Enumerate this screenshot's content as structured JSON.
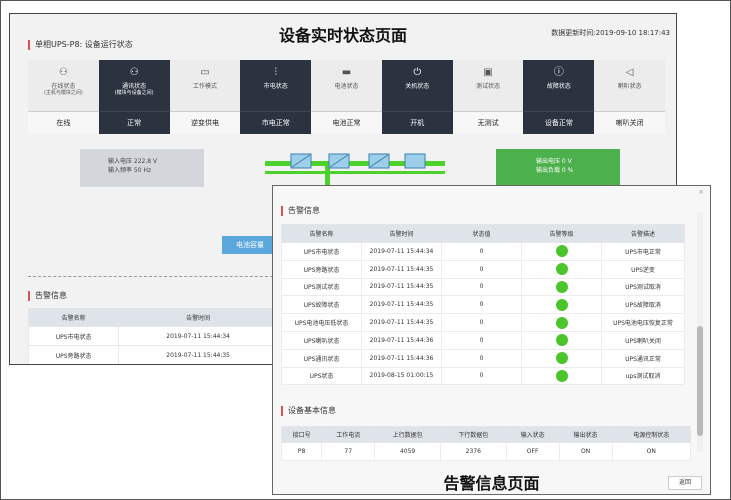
{
  "screen1": {
    "title": "设备实时状态页面",
    "update_time": "数据更新时间:2019-09-10 18:17:43",
    "section_title": "单相UPS-P8: 设备运行状态",
    "status_cells": [
      {
        "icon": "network-icon",
        "glyph": "⚇",
        "name": "在线状态",
        "sub": "(主机与模块之间)",
        "value": "在线",
        "dark": false
      },
      {
        "icon": "network-icon",
        "glyph": "⚇",
        "name": "通讯状态",
        "sub": "(模块与设备之间)",
        "value": "正常",
        "dark": true
      },
      {
        "icon": "battery-mode-icon",
        "glyph": "▭",
        "name": "工作模式",
        "sub": "",
        "value": "逆变供电",
        "dark": false
      },
      {
        "icon": "mains-icon",
        "glyph": "⫶",
        "name": "市电状态",
        "sub": "",
        "value": "市电正常",
        "dark": true
      },
      {
        "icon": "battery-icon",
        "glyph": "▬",
        "name": "电池状态",
        "sub": "",
        "value": "电池正常",
        "dark": false
      },
      {
        "icon": "power-icon",
        "glyph": "⏻",
        "name": "关机状态",
        "sub": "",
        "value": "开机",
        "dark": true
      },
      {
        "icon": "terminal-icon",
        "glyph": "▣",
        "name": "测试状态",
        "sub": "",
        "value": "无测试",
        "dark": false
      },
      {
        "icon": "alert-icon",
        "glyph": "ⓘ",
        "name": "故障状态",
        "sub": "",
        "value": "设备正常",
        "dark": true
      },
      {
        "icon": "speaker-icon",
        "glyph": "◁",
        "name": "喇叭状态",
        "sub": "",
        "value": "喇叭关闭",
        "dark": false
      }
    ],
    "input": {
      "voltage": "输入电压   222.8 V",
      "freq": "输入频率   50 Hz"
    },
    "output": {
      "voltage": "输出电压     0 V",
      "load": "输出负载     0  %"
    },
    "battery_button": "电池容量",
    "alarm_title": "告警信息",
    "alarm_headers": [
      "告警名称",
      "告警时间"
    ],
    "alarm_rows": [
      [
        "UPS市电状态",
        "2019-07-11 15:44:34"
      ],
      [
        "UPS旁路状态",
        "2019-07-11 15:44:35"
      ]
    ],
    "colors": {
      "dark_cell": "#2c3340",
      "output_green": "#4cb04c",
      "accent_red": "#d9534f"
    }
  },
  "screen2": {
    "alarm_title": "告警信息",
    "alarm_headers": [
      "告警名称",
      "告警时间",
      "状态值",
      "告警等级",
      "告警描述"
    ],
    "alarm_rows": [
      [
        "UPS市电状态",
        "2019-07-11 15:44:34",
        "0",
        "UPS市电正常"
      ],
      [
        "UPS旁路状态",
        "2019-07-11 15:44:35",
        "0",
        "UPS逆变"
      ],
      [
        "UPS测试状态",
        "2019-07-11 15:44:35",
        "0",
        "UPS测试取消"
      ],
      [
        "UPS故障状态",
        "2019-07-11 15:44:35",
        "0",
        "UPS故障取消"
      ],
      [
        "UPS电池电压低状态",
        "2019-07-11 15:44:35",
        "0",
        "UPS电池电压恢复正常"
      ],
      [
        "UPS喇叭状态",
        "2019-07-11 15:44:36",
        "0",
        "UPS喇叭关闭"
      ],
      [
        "UPS通讯状态",
        "2019-07-11 15:44:36",
        "0",
        "UPS通讯正常"
      ],
      [
        "UPS状态",
        "2019-08-15 01:00:15",
        "0",
        "ups测试取消"
      ]
    ],
    "device_title": "设备基本信息",
    "device_headers": [
      "接口号",
      "工作电流",
      "上行数据包",
      "下行数据包",
      "输入状态",
      "输出状态",
      "电源控制状态"
    ],
    "device_row": [
      "P8",
      "77",
      "4059",
      "2376",
      "OFF",
      "ON",
      "ON"
    ],
    "caption": "告警信息页面",
    "back_button": "返回",
    "close": "×"
  }
}
